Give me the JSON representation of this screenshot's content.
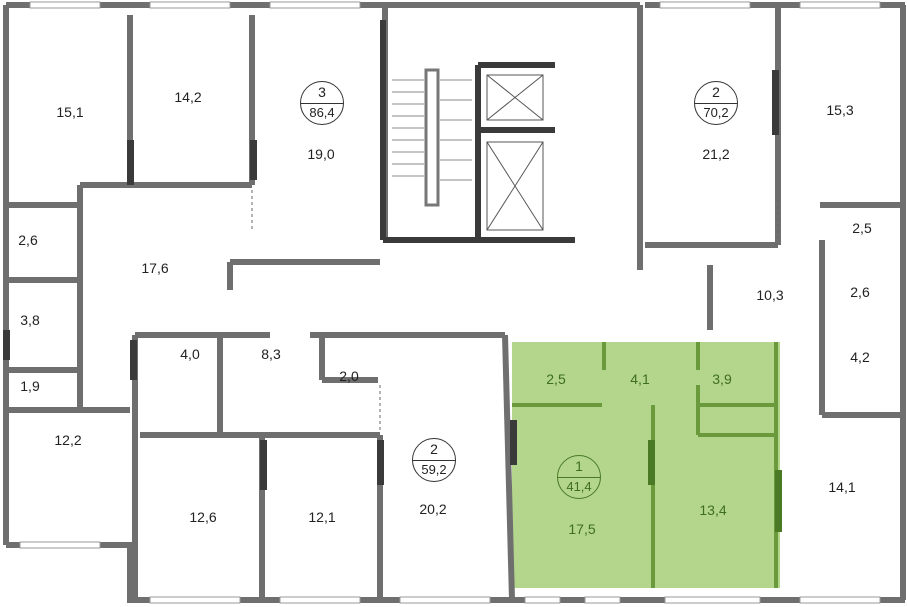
{
  "colors": {
    "wall": "#6f6f6f",
    "wall_dark": "#3a3a3a",
    "highlight_fill": "#b3d68c",
    "highlight_wall": "#6a9a3c",
    "highlight_text": "#3e6e1e"
  },
  "apartments": [
    {
      "number": "3",
      "area": "86,4"
    },
    {
      "number": "2",
      "area": "70,2"
    },
    {
      "number": "2",
      "area": "59,2"
    },
    {
      "number": "1",
      "area": "41,4",
      "highlighted": true
    }
  ],
  "rooms": {
    "r1": "15,1",
    "r2": "14,2",
    "r3": "19,0",
    "r4": "21,2",
    "r5": "15,3",
    "r6": "2,6",
    "r7": "17,6",
    "r8": "3,8",
    "r9": "1,9",
    "r10": "12,2",
    "r11": "2,5",
    "r12": "10,3",
    "r13": "2,6",
    "r14": "4,2",
    "r15": "14,1",
    "r16": "4,0",
    "r17": "8,3",
    "r18": "2,0",
    "r19": "20,2",
    "r20": "12,6",
    "r21": "12,1",
    "g1": "2,5",
    "g2": "4,1",
    "g3": "3,9",
    "g4": "17,5",
    "g5": "13,4"
  }
}
